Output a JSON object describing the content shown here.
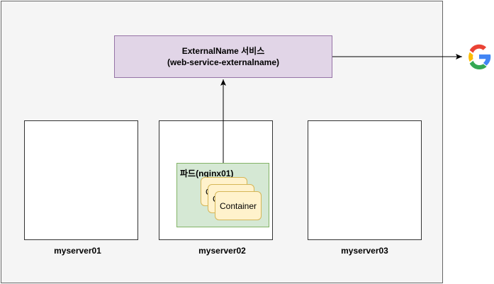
{
  "service": {
    "line1": "ExternalName 서비스",
    "line2": "(web-service-externalname)"
  },
  "servers": [
    {
      "label": "myserver01"
    },
    {
      "label": "myserver02"
    },
    {
      "label": "myserver03"
    }
  ],
  "pod": {
    "label": "파드(nginx01)",
    "containers": [
      "Container",
      "Container",
      "Container"
    ]
  },
  "external": {
    "icon": "google-logo-icon",
    "colors": {
      "blue": "#4285F4",
      "red": "#EA4335",
      "yellow": "#FBBC05",
      "green": "#34A853"
    }
  }
}
